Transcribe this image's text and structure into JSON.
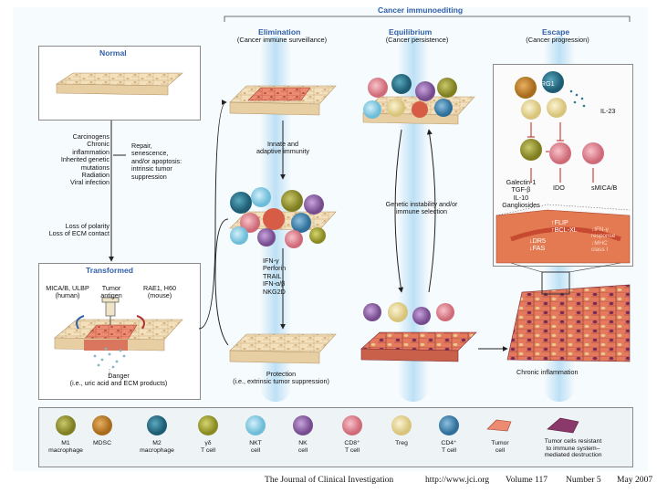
{
  "header": {
    "main_title": "Cancer immunoediting"
  },
  "phases": {
    "normal": "Normal",
    "transformed": "Transformed",
    "elimination": {
      "title": "Elimination",
      "sub": "(Cancer immune surveillance)"
    },
    "equilibrium": {
      "title": "Equilibrium",
      "sub": "(Cancer persistence)"
    },
    "escape": {
      "title": "Escape",
      "sub": "(Cancer progression)"
    }
  },
  "labels": {
    "causes": "Carcinogens\nChronic inflammation\nInherited genetic\nmutations\nRadiation\nViral infection",
    "repair": "Repair,\nsenescence,\nand/or apoptosis:\nintrinsic tumor\nsuppression",
    "polarity": "Loss of polarity\nLoss of ECM contact",
    "mica_human": "MICA/B, ULBP\n(human)",
    "tumor_antigen": "Tumor\nantigen",
    "rae1_mouse": "RAE1, H60\n(mouse)",
    "danger": "Danger\n(i.e., uric acid and ECM products)",
    "innate": "Innate and\nadaptive immunity",
    "effectors": "IFN-γ\nPerforin\nTRAIL\nIFN-α/β\nNKG2D",
    "protection": "Protection\n(i.e., extrinsic tumor suppression)",
    "genetic_instability": "Genetic instability and/or\nimmune selection",
    "chronic_inflammation": "Chronic inflammation",
    "arg1": "ARG1",
    "il23": "IL-23",
    "suppressive_factors": "Galectin-1\nTGF-β\nIL-10\nGangliosides",
    "ido": "IDO",
    "smicab": "sMICA/B",
    "flip": "↑FLIP\n↑BCL-XL",
    "fas": "↓DR5\n↓FAS",
    "ifn_response": "↓IFN-γ\nresponse\n↓MHC\nclass I"
  },
  "legend": [
    {
      "label": "M1\nmacrophage",
      "icon": "m1-macrophage-icon",
      "color": "#9a9a38"
    },
    {
      "label": "MDSC",
      "icon": "mdsc-icon",
      "color": "#c98a2e"
    },
    {
      "label": "M2\nmacrophage",
      "icon": "m2-macrophage-icon",
      "color": "#2e7c93"
    },
    {
      "label": "γδ\nT cell",
      "icon": "gd-t-cell-icon",
      "color": "#a8a83a"
    },
    {
      "label": "NKT\ncell",
      "icon": "nkt-cell-icon",
      "color": "#8fd3e8"
    },
    {
      "label": "NK\ncell",
      "icon": "nk-cell-icon",
      "color": "#9a6fb0"
    },
    {
      "label": "CD8⁺\nT cell",
      "icon": "cd8-t-cell-icon",
      "color": "#e8939e"
    },
    {
      "label": "Treg",
      "icon": "treg-icon",
      "color": "#efe4a8"
    },
    {
      "label": "CD4⁺\nT cell",
      "icon": "cd4-t-cell-icon",
      "color": "#4d93bf"
    },
    {
      "label": "Tumor\ncell",
      "icon": "tumor-cell-icon",
      "color": "#e8806a"
    },
    {
      "label": "Tumor cells resistant\nto immune system–\nmediated destruction",
      "icon": "resistant-tumor-cell-icon",
      "color": "#8a3a6a"
    }
  ],
  "footer": {
    "journal": "The Journal of Clinical Investigation",
    "url": "http://www.jci.org",
    "volume": "Volume 117",
    "number": "Number 5",
    "date": "May 2007"
  },
  "colors": {
    "title_blue": "#2f5fa8",
    "normal_cell": "#f1dcb4",
    "tumor_cell": "#e8806a",
    "band_blue": "#b6dcf2"
  }
}
